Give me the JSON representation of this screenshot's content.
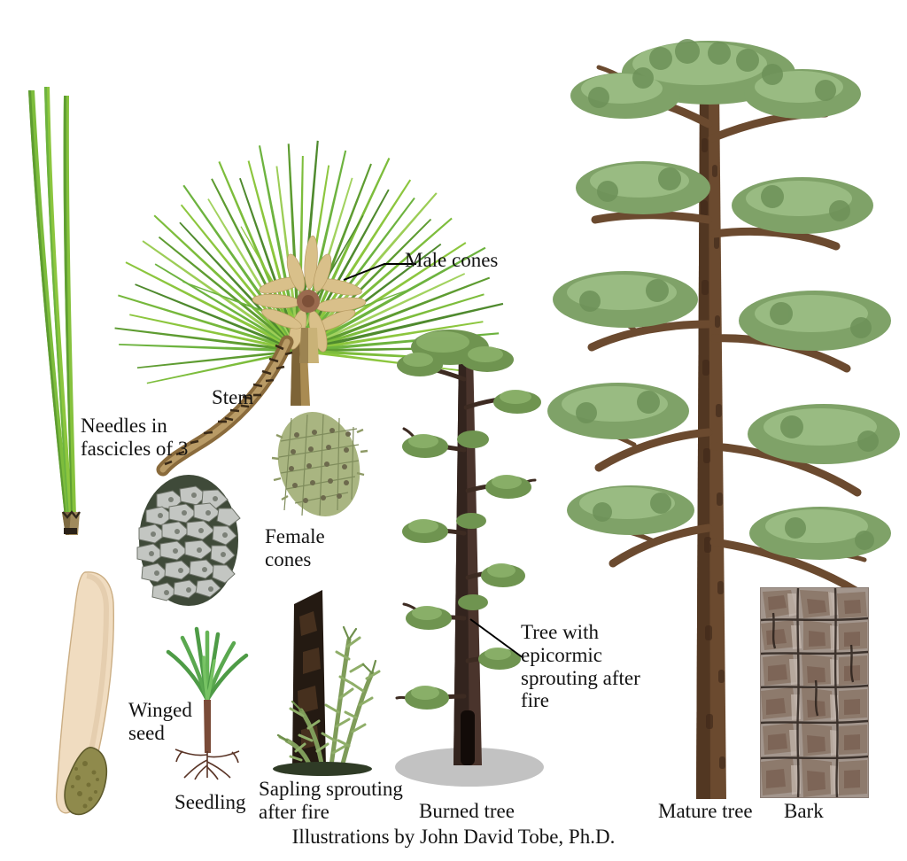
{
  "plate": {
    "title": "Longleaf pine illustration plate",
    "background_color": "#ffffff",
    "credit": "Illustrations by John David Tobe, Ph.D.",
    "text_color": "#131313"
  },
  "labels": {
    "male_cones": "Male cones",
    "stem": "Stem",
    "needles": "Needles in\nfascicles of 3",
    "female_cones": "Female\ncones",
    "winged_seed": "Winged\nseed",
    "seedling": "Seedling",
    "sapling": "Sapling sprouting\nafter fire",
    "burned_tree": "Burned tree",
    "epicormic": "Tree with\nepicormic\nsprouting after\nfire",
    "mature_tree": "Mature tree",
    "bark": "Bark"
  },
  "figures": {
    "needle_fascicle": {
      "name": "Needles in fascicles of 3",
      "needle_count": 3,
      "sheath_color": "#9c8557"
    },
    "needle_spray": {
      "name": "Needle spray with male cones",
      "needle_count": 62
    },
    "male_cone_cluster": {
      "name": "Male cones",
      "cone_color": "#d9c08a",
      "count": 11
    },
    "stem": {
      "name": "Scaly stem",
      "color": "#8a6b3c"
    },
    "female_cone_mature": {
      "name": "Mature female cone",
      "scale_color": "#b9bcb8",
      "body_color": "#48513f"
    },
    "female_cone_green": {
      "name": "Immature green female cone",
      "color": "#a9b581"
    },
    "winged_seed": {
      "name": "Winged seed",
      "wing_color": "#f0dcc0",
      "seed_color": "#8f8a4c"
    },
    "seedling": {
      "name": "Seedling",
      "stem_color": "#7a4b38",
      "needle_color": "#4e9b46"
    },
    "sapling": {
      "name": "Sapling sprouting after fire",
      "char_color": "#241a12",
      "needle_color": "#7f9c5a"
    },
    "burned_tree": {
      "name": "Burned tree with epicormic sprouts",
      "trunk_color": "#4a342c",
      "foliage_color": "#6f9450",
      "shadow_color": "#c2c2c2"
    },
    "mature_tree": {
      "name": "Mature tree",
      "trunk_color": "#6b4a2f",
      "foliage_color": "#8fae7a"
    },
    "bark": {
      "name": "Bark panel",
      "base_color": "#9c8f88",
      "plate_color": "#7b6254"
    }
  },
  "colors": {
    "needle_green_light": "#8cc63e",
    "needle_green": "#6db33f",
    "needle_green_dark": "#4f8a2e",
    "foliage_sage": "#8fae7a",
    "bark_brown": "#6b4a2f",
    "char_black": "#241a12",
    "leader_line": "#000000"
  }
}
